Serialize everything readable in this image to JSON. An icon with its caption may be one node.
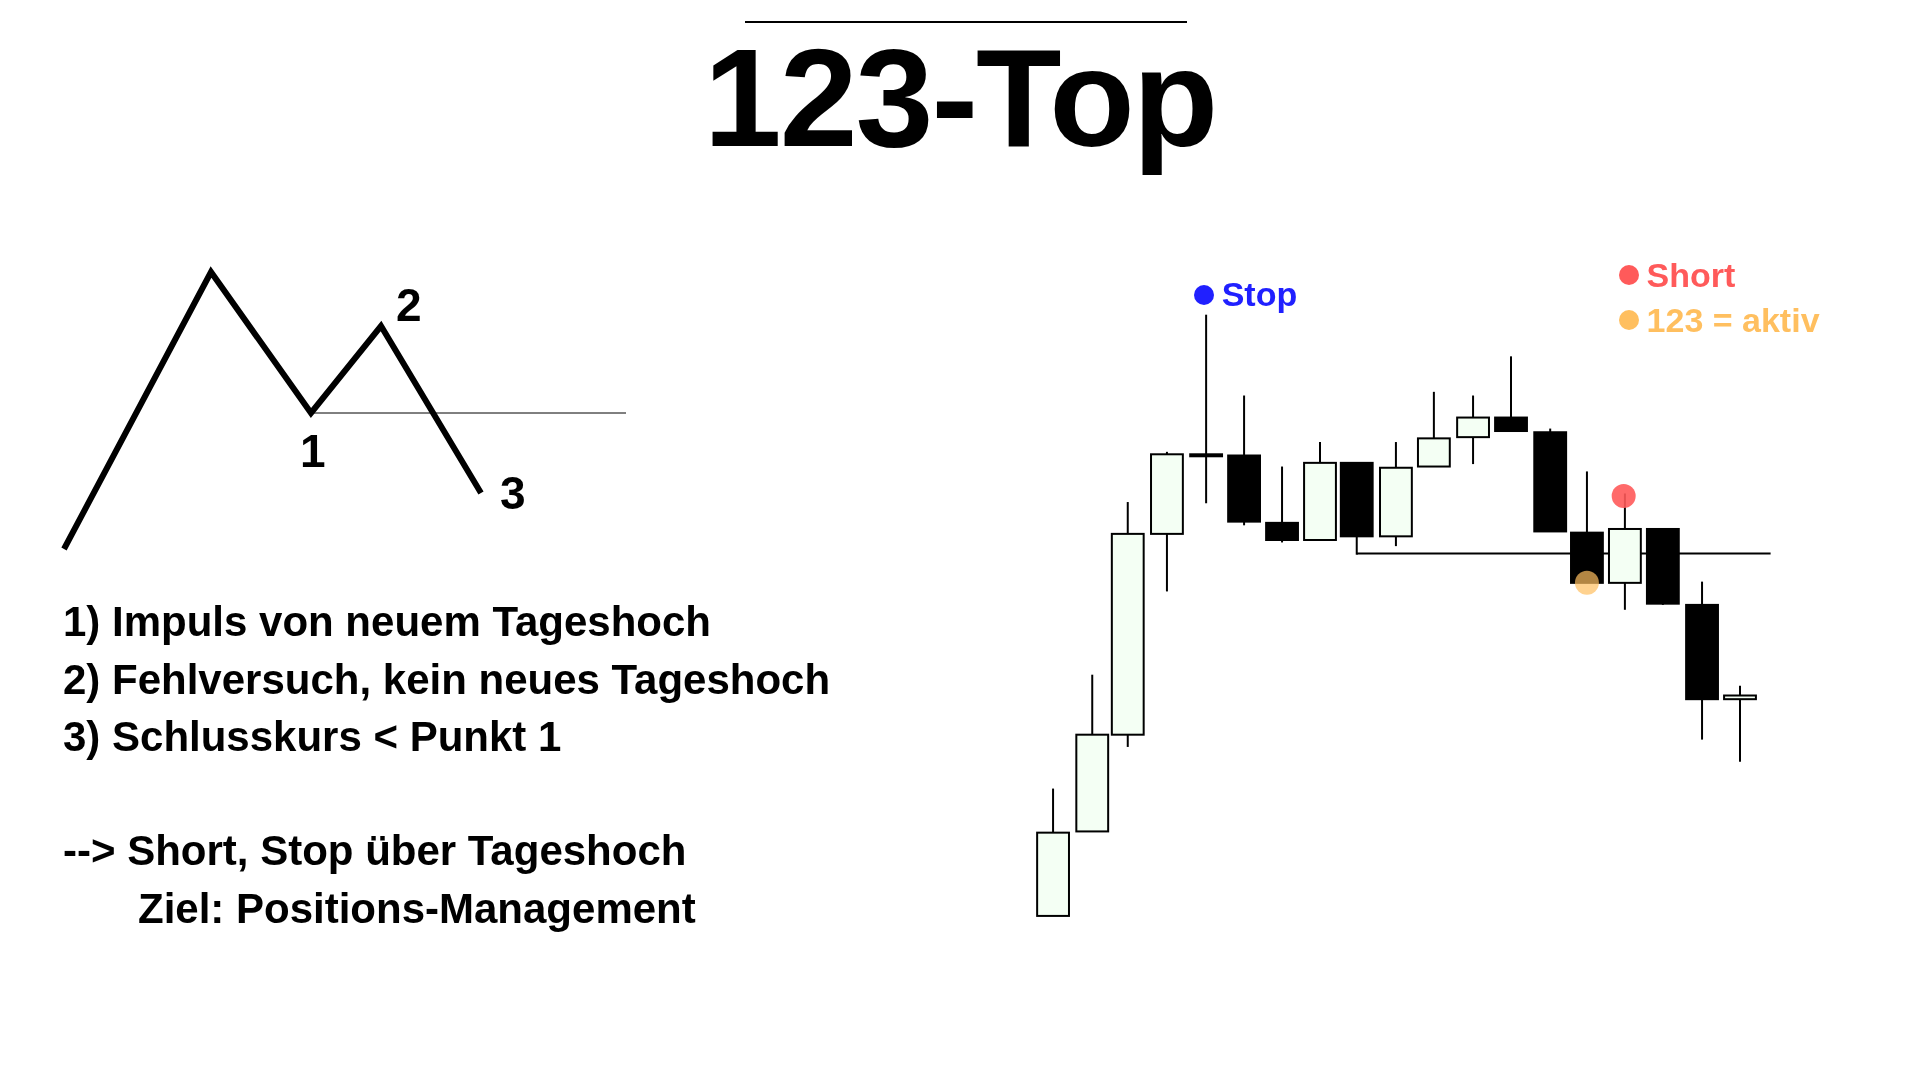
{
  "diagram": {
    "title": "123-Top",
    "labels": [
      "2",
      "1",
      "3",
      "1) Impuls von neuem Tageshoch",
      "2) Fehlversuch, kein neues Tageshoch",
      "3) Schlusskurs < Punkt 1",
      "--> Short, Stop über Tageshoch",
      "Ziel: Positions-Management"
    ],
    "legend": [
      {
        "text": "Stop",
        "color": "#2020ff"
      },
      {
        "text": "Short",
        "color": "#ff5a5a"
      },
      {
        "text": "123 = aktiv",
        "color": "#ffbf5f"
      }
    ]
  }
}
